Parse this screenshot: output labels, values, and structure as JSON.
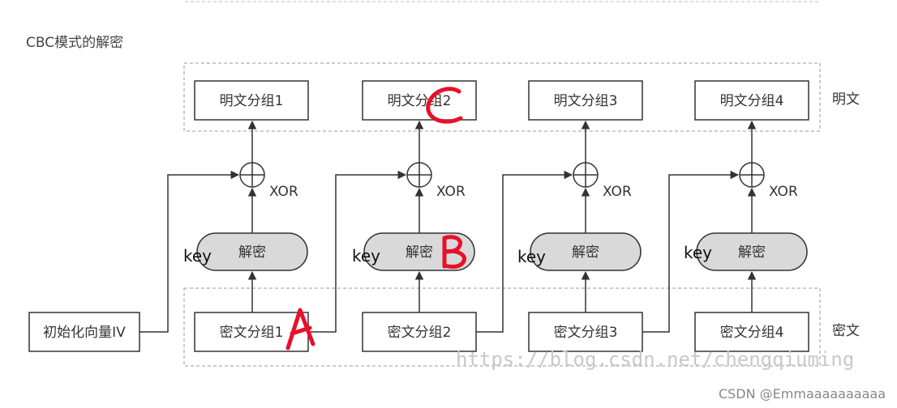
{
  "title": "CBC模式的解密",
  "plaintext_blocks": [
    "明文分组1",
    "明文分组2",
    "明文分组3",
    "明文分组4"
  ],
  "ciphertext_blocks": [
    "密文分组1",
    "密文分组2",
    "密文分组3",
    "密文分组4"
  ],
  "decrypt_label": "解密",
  "xor_label": "XOR",
  "key_label": "key",
  "iv_label": "初始化向量IV",
  "plaintext_side_label": "明文",
  "ciphertext_side_label": "密文",
  "annotations": [
    "A",
    "B",
    "C"
  ],
  "watermark": "https://blog.csdn.net/chengqiuming",
  "credit": "CSDN @Emmaaaaaaaaaa",
  "colors": {
    "annotation": "#e8102a",
    "decrypt_fill": "#d9d9d9",
    "line": "#333333"
  }
}
